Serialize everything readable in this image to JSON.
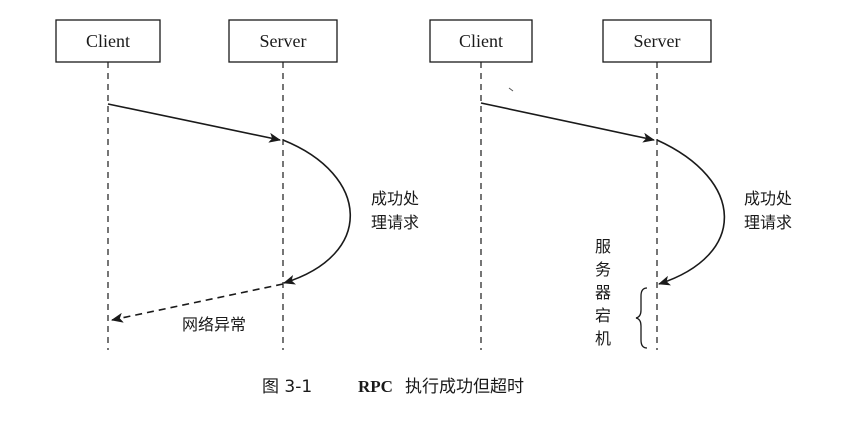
{
  "left_diagram": {
    "client_label": "Client",
    "server_label": "Server",
    "processing_label_line1": "成功处",
    "processing_label_line2": "理请求",
    "error_label": "网络异常"
  },
  "right_diagram": {
    "client_label": "Client",
    "server_label": "Server",
    "processing_label_line1": "成功处",
    "processing_label_line2": "理请求",
    "crash_label_chars": [
      "服",
      "务",
      "器",
      "宕",
      "机"
    ]
  },
  "caption": {
    "figure_number": "图 3-1",
    "title_prefix": "RPC",
    "title_rest": "执行成功但超时"
  }
}
